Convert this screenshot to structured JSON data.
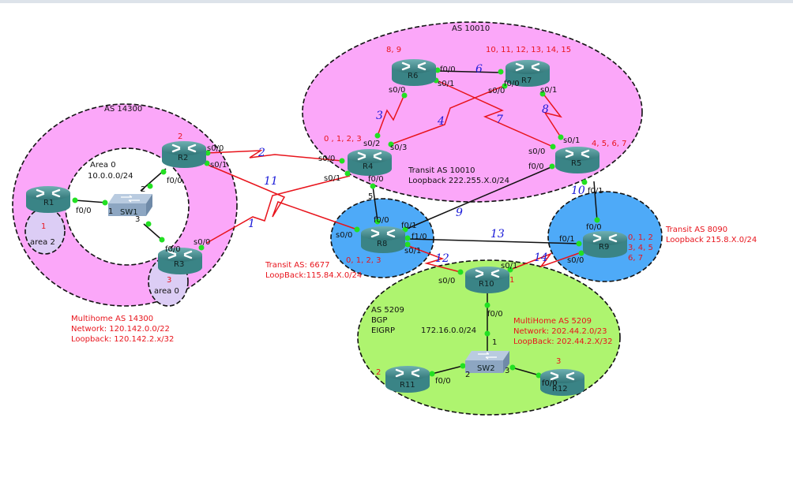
{
  "colors": {
    "as_pink": "#fba7f9",
    "area_white": "#ffffff",
    "sub_area": "#dccdf5",
    "transit_blue": "#4eaaf8",
    "multihome_green": "#aef46f",
    "serial_link": "#e8141c",
    "ethernet_link": "#111111",
    "interface_dot": "#22e022",
    "router": "#3e8c8e"
  },
  "zones": {
    "as14300": "AS 14300",
    "area0": "Area 0",
    "area0_net": "10.0.0.0/24",
    "area2": "area 2",
    "area2_num": "1",
    "area0_r3": "area 0",
    "r3_num": "3",
    "r2_num": "2",
    "as14300_info": [
      "Multihome AS 14300",
      "Network: 120.142.0.0/22",
      "Loopback: 120.142.2.x/32"
    ],
    "as10010": "AS 10010",
    "as10010_info": [
      "Transit AS 10010",
      "Loopback 222.255.X.0/24"
    ],
    "r6_nums": "8, 9",
    "r7_nums": "10, 11, 12, 13, 14, 15",
    "r4_nums": "0 , 1, 2, 3",
    "r5_nums": "4, 5, 6, 7",
    "as6677_info": [
      "Transit AS: 6677",
      "LoopBack:115.84.X.0/24"
    ],
    "r8_nums": "0, 1, 2, 3",
    "as8090_info": [
      "Transit AS 8090",
      "Loopback 215.8.X.0/24"
    ],
    "r9_nums": [
      "0, 1, 2",
      "3, 4, 5",
      "6, 7"
    ],
    "as5209": [
      "AS 5209",
      "BGP",
      "EIGRP"
    ],
    "as5209_net": "172.16.0.0/24",
    "r10_num": "1",
    "r11_num": "2",
    "r12_num": "3",
    "as5209_info": [
      "MultiHome AS 5209",
      "Network: 202.44.2.0/23",
      "LoopBack: 202.44.2.X/32"
    ]
  },
  "devices": {
    "r1": "R1",
    "r2": "R2",
    "r3": "R3",
    "r4": "R4",
    "r5": "R5",
    "r6": "R6",
    "r7": "R7",
    "r8": "R8",
    "r9": "R9",
    "r10": "R10",
    "r11": "R11",
    "r12": "R12",
    "sw1": "SW1",
    "sw2": "SW2"
  },
  "interfaces": {
    "r1_f00": "f0/0",
    "sw1_p1": "1",
    "sw1_p2": "2",
    "sw1_p3": "3",
    "r2_f00": "f0/0",
    "r3_f00": "f0/0",
    "r2_s00": "s0/0",
    "r2_s01": "s0/1",
    "r3_s00": "s0/0",
    "r4_s00": "s0/0",
    "r4_s01": "s0/1",
    "r4_s02": "s0/2",
    "r4_s03": "s0/3",
    "r4_f00": "f0/0",
    "r4_p5": "5",
    "r6_s00": "s0/0",
    "r6_f00": "f0/0",
    "r6_s01": "s0/1",
    "r7_f00": "f0/0",
    "r7_s00": "s0/0",
    "r7_s01": "s0/1",
    "r5_s01": "s0/1",
    "r5_s00": "s0/0",
    "r5_f00": "f0/0",
    "r5_f01": "f0/1",
    "r8_f00": "f0/0",
    "r8_f01": "f0/1",
    "r8_f10": "f1/0",
    "r8_s00": "s0/0",
    "r8_s01": "s0/1",
    "r9_f00": "f0/0",
    "r9_f01": "f0/1",
    "r9_s00": "s0/0",
    "r10_s00": "s0/0",
    "r10_s01": "s0/1",
    "r10_f00": "f0/0",
    "sw2_p1": "1",
    "sw2_p2": "2",
    "sw2_p3": "3",
    "r11_f00": "f0/0",
    "r12_f00": "f0/0"
  },
  "link_numbers": [
    "1",
    "2",
    "3",
    "4",
    "5",
    "6",
    "7",
    "8",
    "9",
    "10",
    "11",
    "12",
    "13",
    "14"
  ]
}
